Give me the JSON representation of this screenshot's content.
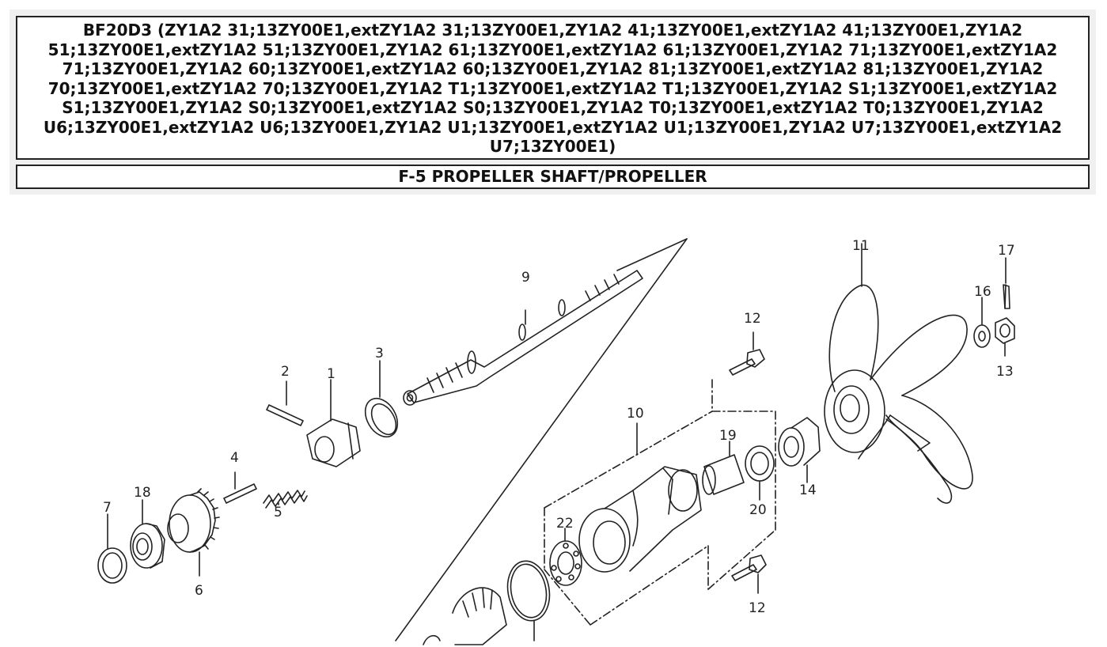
{
  "header": {
    "model_line": "BF20D3 (ZY1A2 31;13ZY00E1,extZY1A2 31;13ZY00E1,ZY1A2 41;13ZY00E1,extZY1A2 41;13ZY00E1,ZY1A2 51;13ZY00E1,extZY1A2 51;13ZY00E1,ZY1A2 61;13ZY00E1,extZY1A2 61;13ZY00E1,ZY1A2 71;13ZY00E1,extZY1A2 71;13ZY00E1,ZY1A2 60;13ZY00E1,extZY1A2 60;13ZY00E1,ZY1A2 81;13ZY00E1,extZY1A2 81;13ZY00E1,ZY1A2 70;13ZY00E1,extZY1A2 70;13ZY00E1,ZY1A2 T1;13ZY00E1,extZY1A2 T1;13ZY00E1,ZY1A2 S1;13ZY00E1,extZY1A2 S1;13ZY00E1,ZY1A2 S0;13ZY00E1,extZY1A2 S0;13ZY00E1,ZY1A2 T0;13ZY00E1,extZY1A2 T0;13ZY00E1,ZY1A2 U6;13ZY00E1,extZY1A2 U6;13ZY00E1,ZY1A2 U1;13ZY00E1,extZY1A2 U1;13ZY00E1,ZY1A2 U7;13ZY00E1,extZY1A2 U7;13ZY00E1)",
    "section_title": "F-5 PROPELLER SHAFT/PROPELLER"
  },
  "callouts": {
    "c1": "1",
    "c2": "2",
    "c3": "3",
    "c4": "4",
    "c5": "5",
    "c6": "6",
    "c7": "7",
    "c9": "9",
    "c10": "10",
    "c11": "11",
    "c12a": "12",
    "c12b": "12",
    "c13": "13",
    "c14": "14",
    "c16": "16",
    "c17": "17",
    "c18": "18",
    "c19": "19",
    "c20": "20",
    "c22": "22"
  },
  "colors": {
    "line": "#222222",
    "background": "#ffffff",
    "header_bg": "#f0f0f0"
  }
}
